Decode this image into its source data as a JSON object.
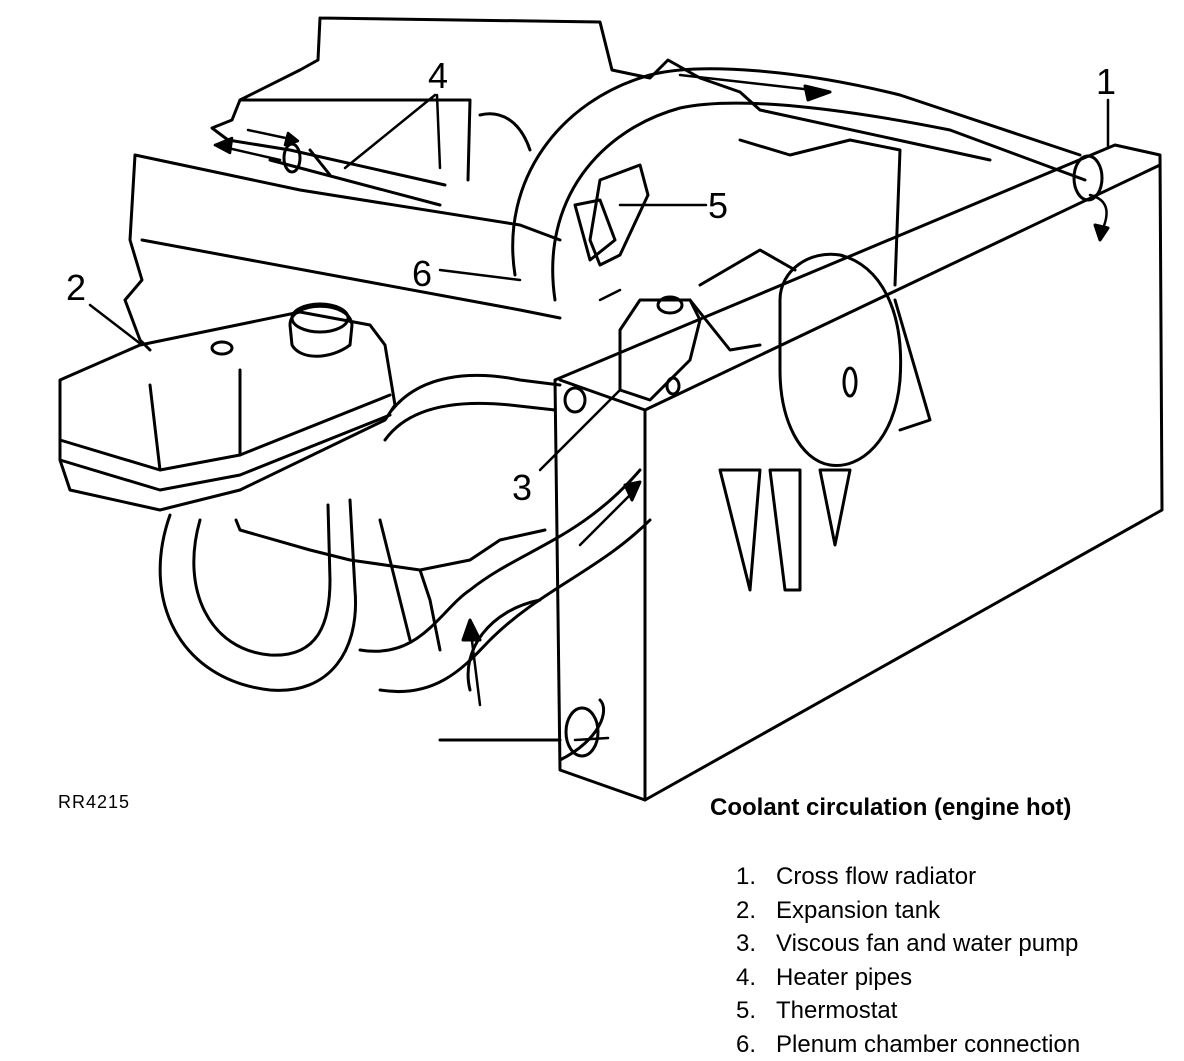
{
  "figure": {
    "reference": "RR4215",
    "caption": "Coolant circulation (engine hot)"
  },
  "callouts": [
    {
      "number": "1",
      "component": "Cross flow radiator"
    },
    {
      "number": "2",
      "component": "Expansion tank"
    },
    {
      "number": "3",
      "component": "Viscous fan and water pump"
    },
    {
      "number": "4",
      "component": "Heater pipes"
    },
    {
      "number": "5",
      "component": "Thermostat"
    },
    {
      "number": "6",
      "component": "Plenum chamber connection"
    }
  ],
  "legend": [
    {
      "num": "1.",
      "text": "Cross flow radiator"
    },
    {
      "num": "2.",
      "text": "Expansion tank"
    },
    {
      "num": "3.",
      "text": "Viscous fan and water pump"
    },
    {
      "num": "4.",
      "text": "Heater pipes"
    },
    {
      "num": "5.",
      "text": "Thermostat"
    },
    {
      "num": "6.",
      "text": "Plenum chamber connection"
    }
  ],
  "colors": {
    "ink": "#000000",
    "paper": "#ffffff"
  }
}
